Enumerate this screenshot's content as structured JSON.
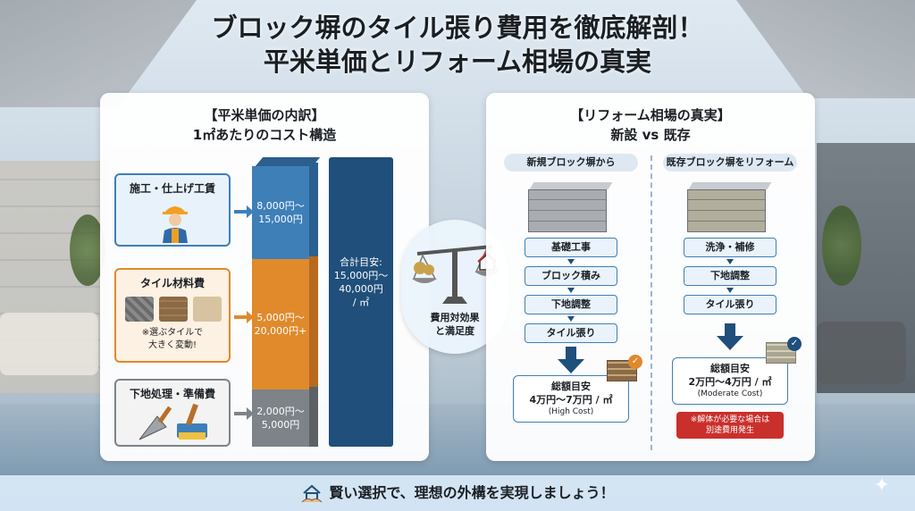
{
  "title": {
    "line1": "ブロック塀のタイル張り費用を徹底解剖！",
    "line2": "平米単価とリフォーム相場の真実"
  },
  "left_panel": {
    "heading_line1": "【平米単価の内訳】",
    "heading_line2": "1㎡あたりのコスト構造",
    "items": [
      {
        "label": "施工・仕上げ工賃",
        "range_line1": "8,000円〜",
        "range_line2": "15,000円"
      },
      {
        "label": "タイル材料費",
        "note_line1": "※選ぶタイルで",
        "note_line2": "大きく変動!",
        "range_line1": "5,000円〜",
        "range_line2": "20,000円+"
      },
      {
        "label": "下地処理・準備費",
        "range_line1": "2,000円〜",
        "range_line2": "5,000円"
      }
    ],
    "total": {
      "line1": "合計目安:",
      "line2": "15,000円〜",
      "line3": "40,000円",
      "line4": "/ ㎡"
    }
  },
  "scale": {
    "line1": "費用対効果",
    "line2": "と満足度"
  },
  "right_panel": {
    "heading_line1": "【リフォーム相場の真実】",
    "heading_line2": "新設 vs 既存",
    "new": {
      "header": "新規ブロック塀から",
      "steps": [
        "基礎工事",
        "ブロック積み",
        "下地調整",
        "タイル張り"
      ],
      "cost_title": "総額目安",
      "cost_value": "4万円〜7万円 / ㎡",
      "cost_sub": "(High Cost)"
    },
    "existing": {
      "header": "既存ブロック塀をリフォーム",
      "steps": [
        "洗浄・補修",
        "下地調整",
        "タイル張り"
      ],
      "cost_title": "総額目安",
      "cost_value": "2万円〜4万円 / ㎡",
      "cost_sub": "(Moderate Cost)",
      "warning_line1": "※解体が必要な場合は",
      "warning_line2": "別途費用発生"
    }
  },
  "footer": {
    "text": "賢い選択で、理想の外構を実現しましょう！"
  },
  "colors": {
    "blue": "#3f7fb8",
    "dark_blue": "#1f4f7a",
    "orange": "#e08a2c",
    "gray": "#7d8389",
    "red": "#c9302c"
  },
  "icons": [
    "worker-icon",
    "tile-samples-icon",
    "trowel-brush-icon",
    "balance-scale-icon",
    "brick-wall-icon",
    "check-icon",
    "handshake-house-icon",
    "sparkle-icon"
  ]
}
